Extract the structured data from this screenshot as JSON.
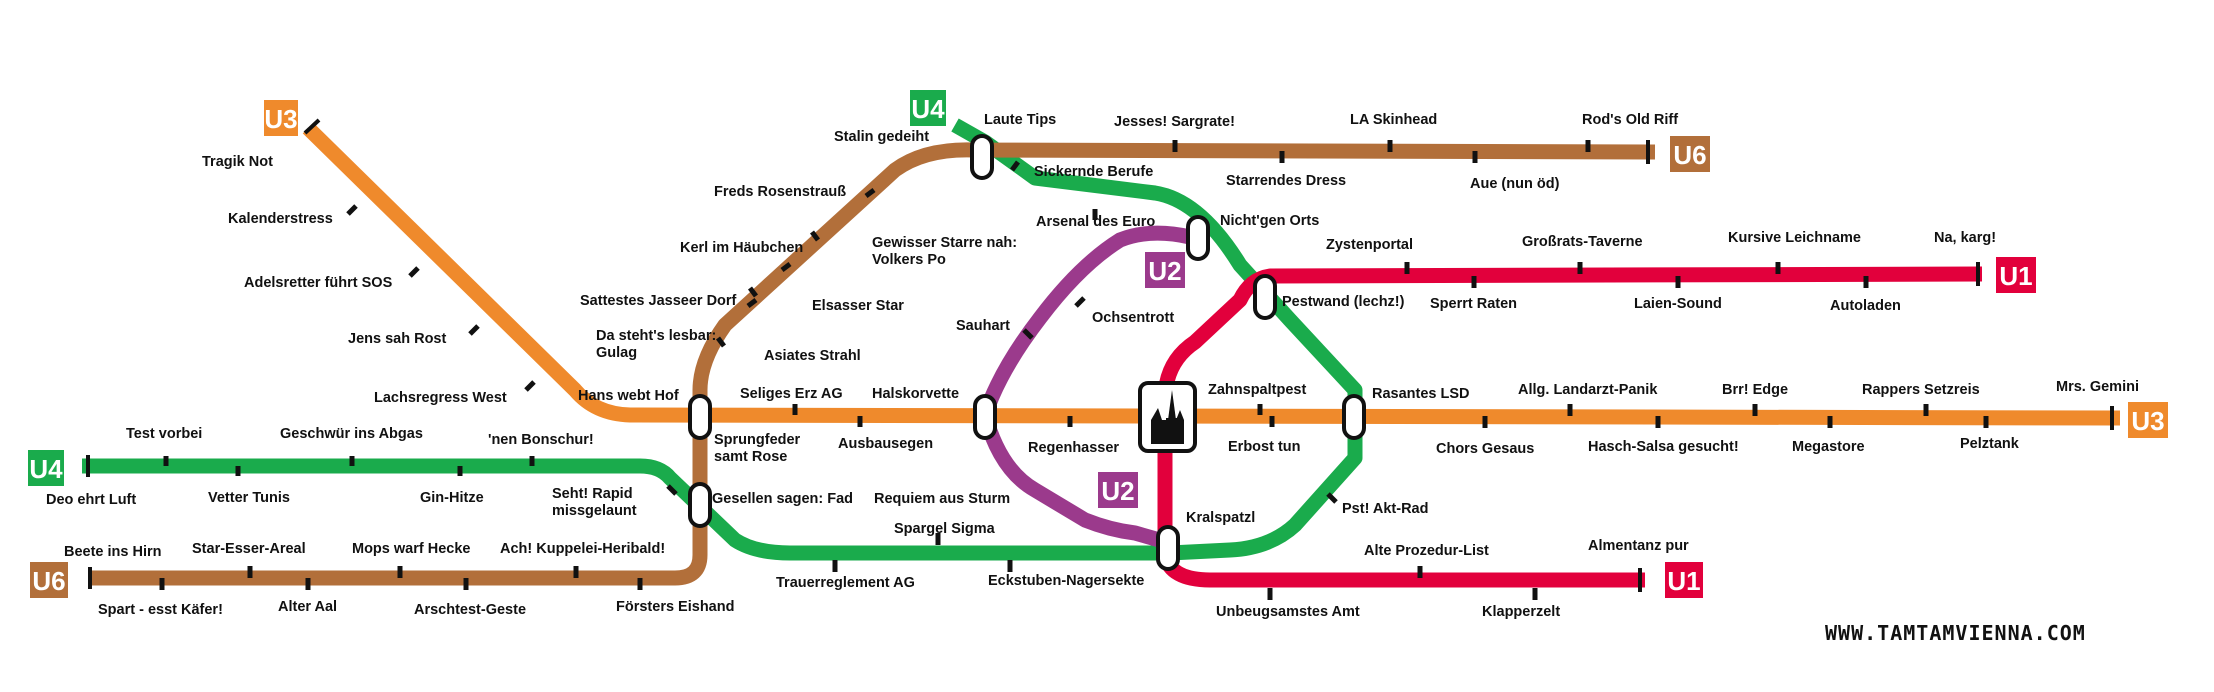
{
  "colors": {
    "U1": "#e2003c",
    "U2": "#9b3a8c",
    "U3": "#ef8a2c",
    "U4": "#1aab4c",
    "U6": "#b26f3a",
    "station_border": "#111111",
    "station_fill": "#ffffff"
  },
  "lines": [
    {
      "id": "U1",
      "label": "U1"
    },
    {
      "id": "U2",
      "label": "U2"
    },
    {
      "id": "U3",
      "label": "U3"
    },
    {
      "id": "U4",
      "label": "U4"
    },
    {
      "id": "U6",
      "label": "U6"
    }
  ],
  "line_badges": [
    "U3",
    "U4",
    "U6",
    "U2",
    "U1",
    "U2",
    "U3",
    "U4",
    "U6",
    "U1"
  ],
  "stations": [
    "Tragik Not",
    "Kalenderstress",
    "Adelsretter führt SOS",
    "Jens sah Rost",
    "Lachsregress West",
    "Hans webt Hof",
    "Sprungfeder samt Rose",
    "Gesellen sagen: Fad",
    "Test vorbei",
    "Geschwür ins Abgas",
    "'nen Bonschur!",
    "Deo ehrt Luft",
    "Vetter Tunis",
    "Gin-Hitze",
    "Seht! Rapid missgelaunt",
    "Beete ins Hirn",
    "Star-Esser-Areal",
    "Mops warf Hecke",
    "Ach! Kuppelei-Heribald!",
    "Spart - esst Käfer!",
    "Alter Aal",
    "Arschtest-Geste",
    "Försters Eishand",
    "Stalin gedeiht",
    "Freds Rosenstrauß",
    "Kerl im Häubchen",
    "Gewisser Starre nah: Volkers Po",
    "Sattestes Jasseer Dorf",
    "Elsasser Star",
    "Da steht's lesbar: Gulag",
    "Asiates Strahl",
    "Laute Tips",
    "Jesses! Sargrate!",
    "LA Skinhead",
    "Rod's Old Riff",
    "Starrendes Dress",
    "Aue (nun öd)",
    "Sickernde Berufe",
    "Arsenal des Euro",
    "Nicht'gen Orts",
    "Zystenportal",
    "Großrats-Taverne",
    "Kursive Leichname",
    "Na, karg!",
    "Pestwand (lechz!)",
    "Sperrt Raten",
    "Laien-Sound",
    "Autoladen",
    "Sauhart",
    "Ochsentrott",
    "Seliges Erz AG",
    "Halskorvette",
    "Ausbausegen",
    "Regenhasser",
    "Zahnspaltpest",
    "Erbost tun",
    "Rasantes LSD",
    "Allg. Landarzt-Panik",
    "Brr! Edge",
    "Rappers Setzreis",
    "Mrs. Gemini",
    "Chors Gesaus",
    "Hasch-Salsa gesucht!",
    "Megastore",
    "Pelztank",
    "Requiem aus Sturm",
    "Spargel Sigma",
    "Trauerreglement AG",
    "Eckstuben-Nagersekte",
    "Kralspatzl",
    "Pst! Akt-Rad",
    "Alte Prozedur-List",
    "Almentanz pur",
    "Unbeugsamstes Amt",
    "Klapperzelt"
  ],
  "central_station_icon": "cathedral-icon",
  "website": "WWW.TAMTAMVIENNA.COM"
}
